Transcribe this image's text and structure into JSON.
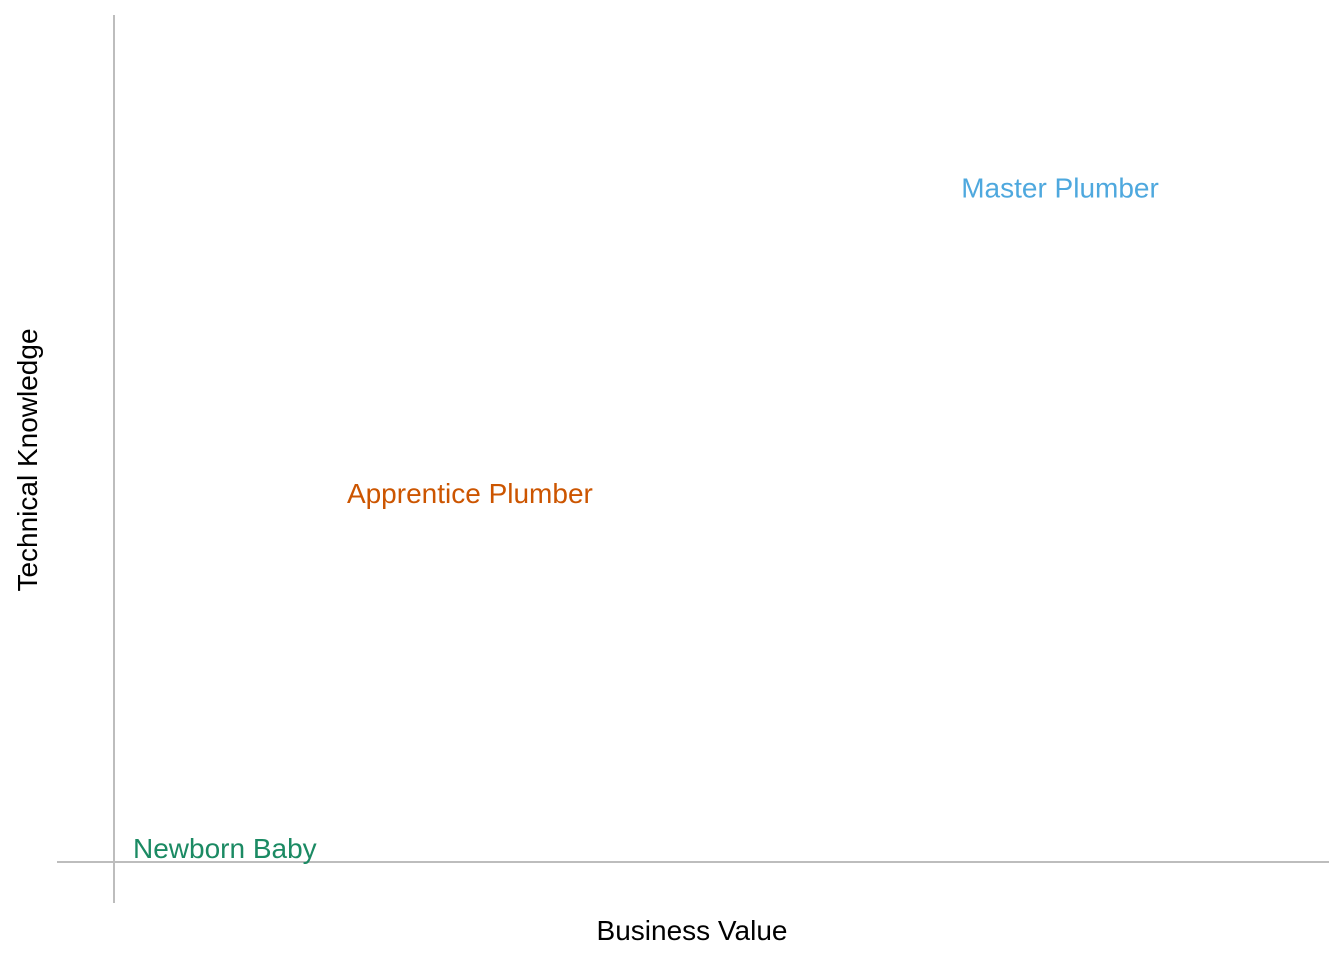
{
  "chart_data": {
    "type": "scatter",
    "title": "",
    "xlabel": "Business Value",
    "ylabel": "Technical Knowledge",
    "xlim": [
      0,
      1
    ],
    "ylim": [
      0,
      1
    ],
    "grid": false,
    "legend": "none",
    "points": [
      {
        "label": "Newborn Baby",
        "x": 0.0,
        "y": 0.0,
        "color": "#1b8a63"
      },
      {
        "label": "Apprentice Plumber",
        "x": 0.19,
        "y": 0.5,
        "color": "#cc5500"
      },
      {
        "label": "Master Plumber",
        "x": 0.84,
        "y": 0.93,
        "color": "#4ea8de"
      }
    ]
  }
}
